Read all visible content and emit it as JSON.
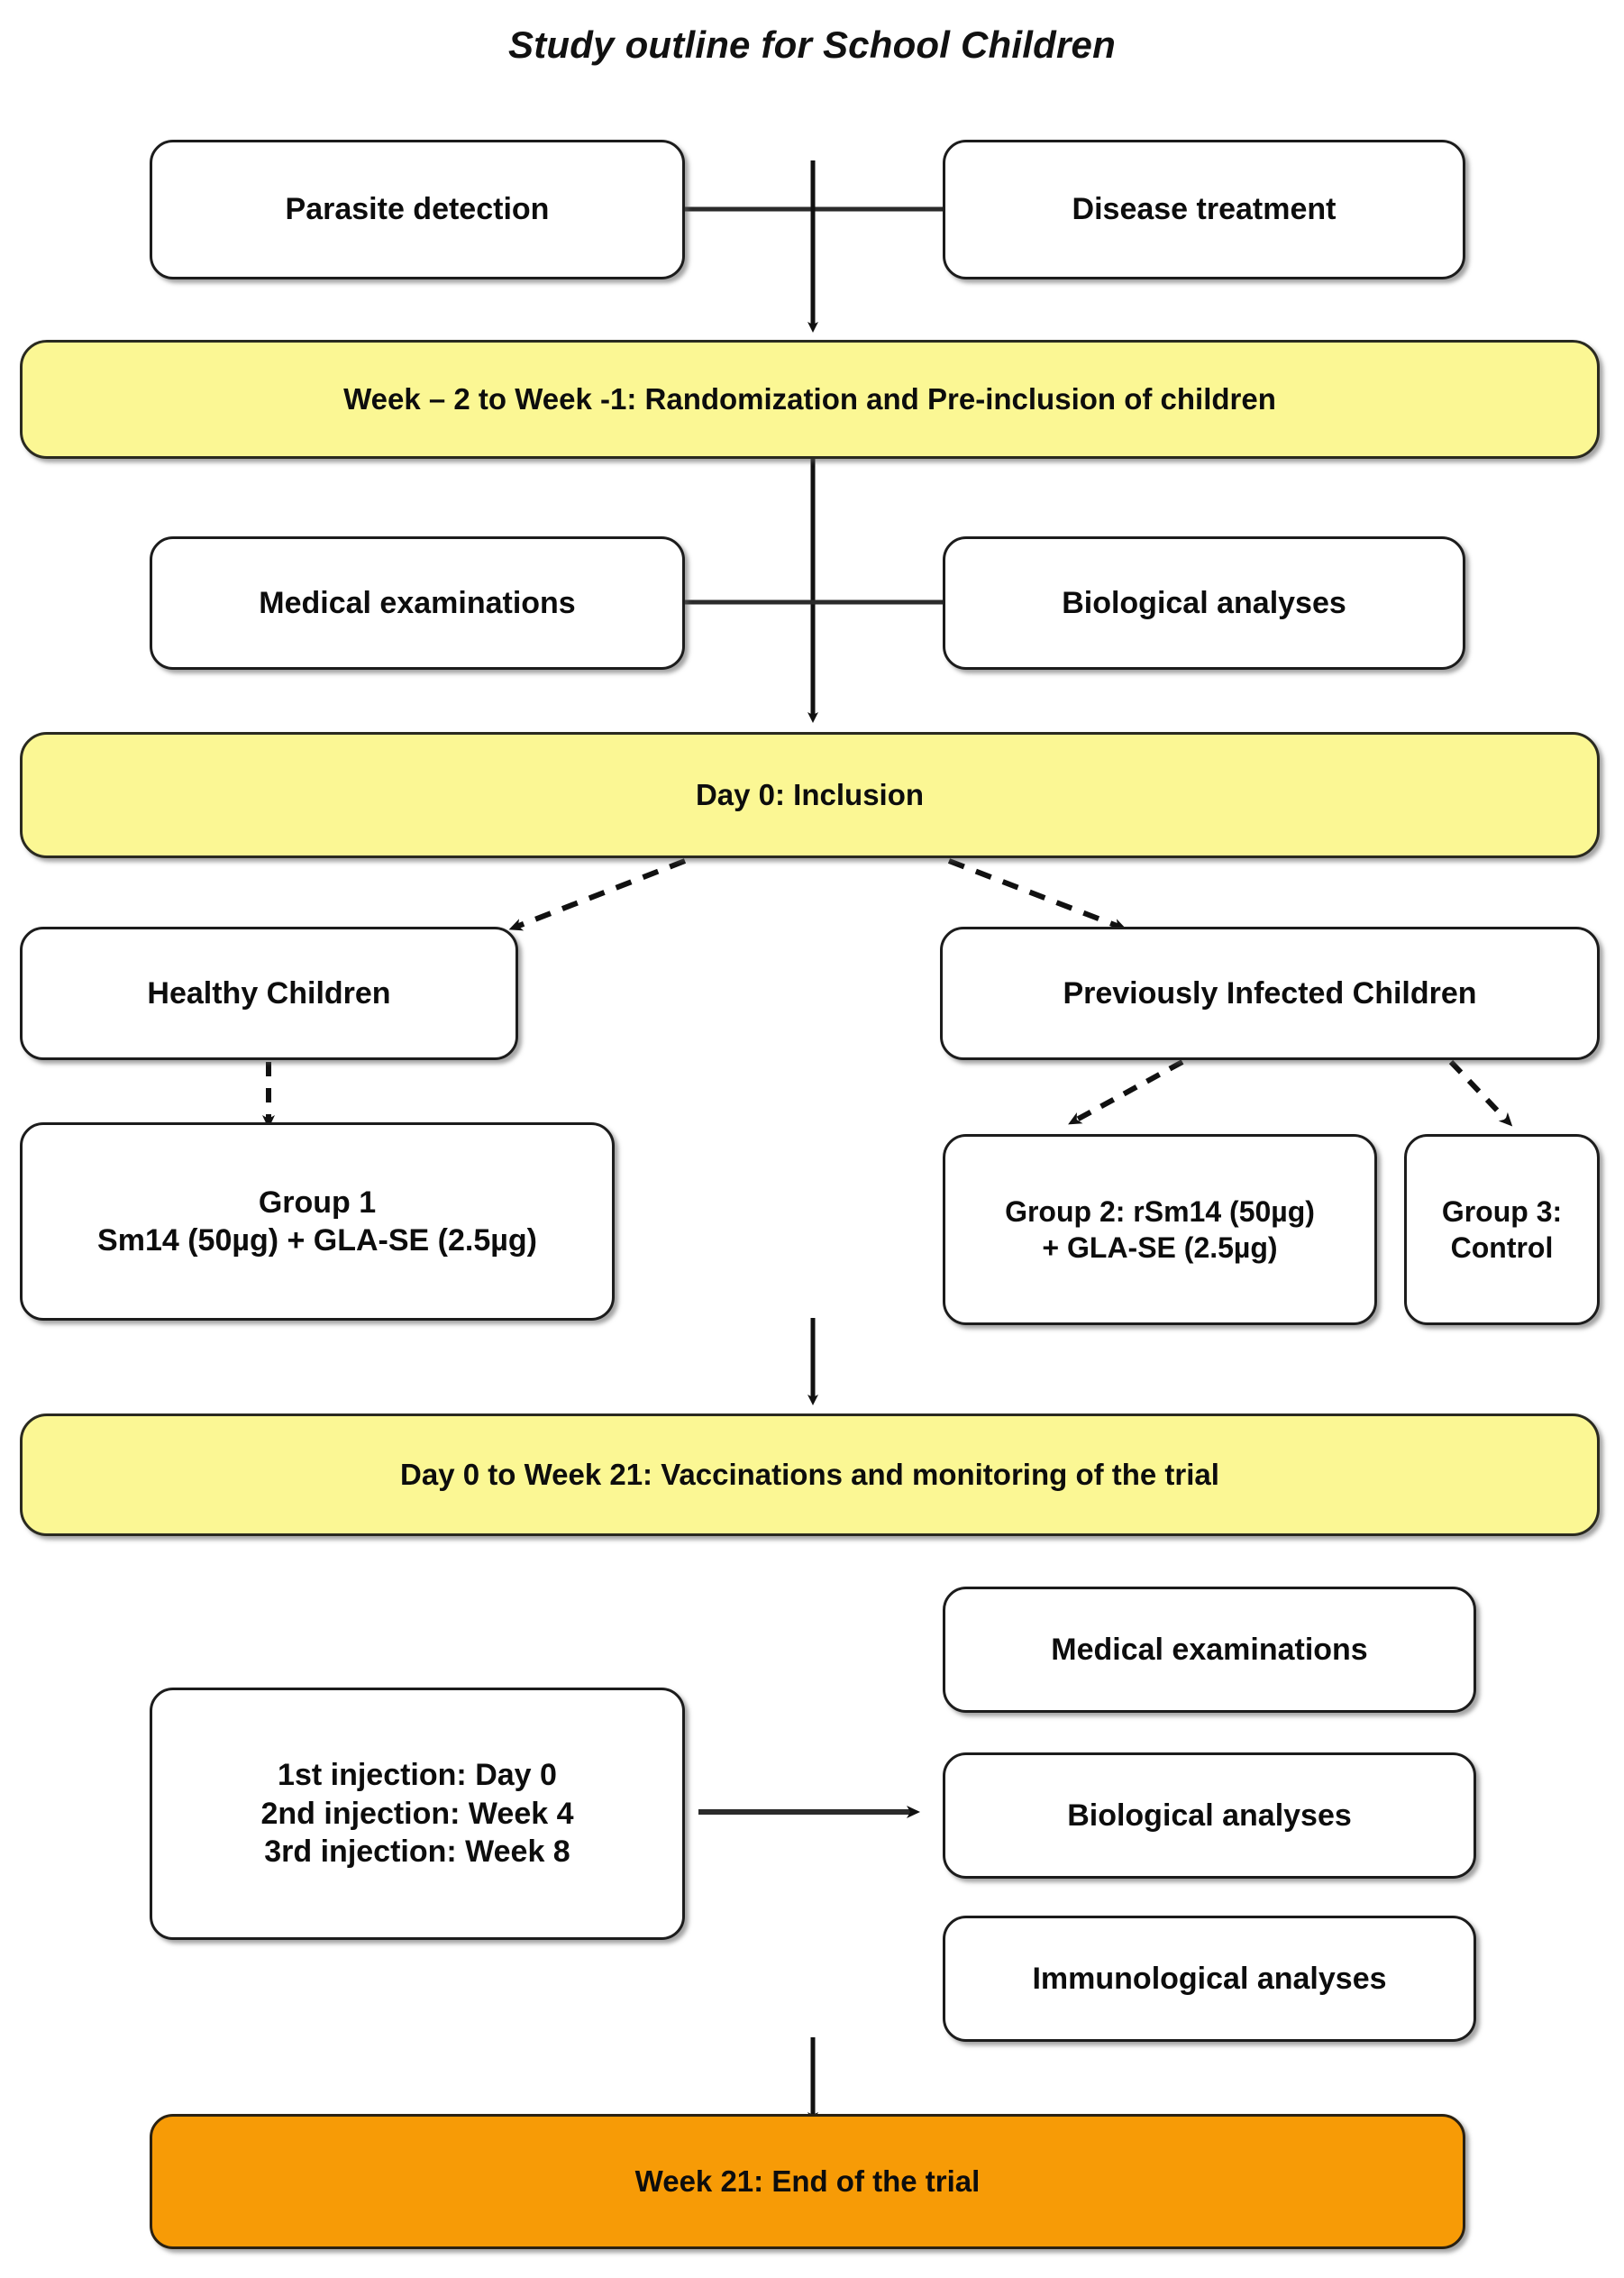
{
  "title": "Study outline for School Children",
  "colors": {
    "stage_highlight": "#FBF794",
    "end_stage": "#F79B06",
    "node_fill": "#FFFFFF",
    "stroke": "#1C1C1C",
    "text": "#0D0D0D"
  },
  "nodes": {
    "parasite_detection": "Parasite detection",
    "disease_treatment": "Disease treatment",
    "randomization": "Week – 2 to Week -1: Randomization and Pre-inclusion of children",
    "medical_examinations_top": "Medical examinations",
    "biological_analyses_top": "Biological analyses",
    "inclusion": "Day 0: Inclusion",
    "healthy_children": "Healthy Children",
    "previously_infected_children": "Previously Infected Children",
    "group1": "Group 1\nSm14 (50µg) + GLA-SE (2.5µg)",
    "group2": "Group 2: rSm14 (50µg)\n+ GLA-SE (2.5µg)",
    "group3": "Group 3:\nControl",
    "vaccinations": "Day 0 to Week 21: Vaccinations and monitoring of the trial",
    "injections": "1st injection: Day 0\n2nd injection: Week 4\n3rd injection: Week 8",
    "medical_examinations_bottom": "Medical examinations",
    "biological_analyses_bottom": "Biological analyses",
    "immunological_analyses": "Immunological analyses",
    "end_of_trial": "Week 21: End of the trial"
  },
  "chart_data": {
    "type": "diagram",
    "title": "Study outline for School Children",
    "flow": [
      {
        "id": "parasite_detection",
        "label": "Parasite detection",
        "stage": "pre-screening",
        "fill": "#FFFFFF"
      },
      {
        "id": "disease_treatment",
        "label": "Disease treatment",
        "stage": "pre-screening",
        "fill": "#FFFFFF"
      },
      {
        "id": "randomization",
        "label": "Week – 2 to Week -1: Randomization and Pre-inclusion of children",
        "stage": "milestone",
        "fill": "#FBF794"
      },
      {
        "id": "medical_examinations_top",
        "label": "Medical examinations",
        "stage": "baseline",
        "fill": "#FFFFFF"
      },
      {
        "id": "biological_analyses_top",
        "label": "Biological analyses",
        "stage": "baseline",
        "fill": "#FFFFFF"
      },
      {
        "id": "inclusion",
        "label": "Day 0: Inclusion",
        "stage": "milestone",
        "fill": "#FBF794"
      },
      {
        "id": "healthy_children",
        "label": "Healthy Children",
        "stage": "cohort",
        "fill": "#FFFFFF"
      },
      {
        "id": "previously_infected_children",
        "label": "Previously Infected Children",
        "stage": "cohort",
        "fill": "#FFFFFF"
      },
      {
        "id": "group1",
        "label": "Group 1 Sm14 (50µg) + GLA-SE (2.5µg)",
        "stage": "arm",
        "fill": "#FFFFFF"
      },
      {
        "id": "group2",
        "label": "Group 2: rSm14 (50µg) + GLA-SE (2.5µg)",
        "stage": "arm",
        "fill": "#FFFFFF"
      },
      {
        "id": "group3",
        "label": "Group 3: Control",
        "stage": "arm",
        "fill": "#FFFFFF"
      },
      {
        "id": "vaccinations",
        "label": "Day 0 to Week 21: Vaccinations and monitoring of the trial",
        "stage": "milestone",
        "fill": "#FBF794"
      },
      {
        "id": "injections",
        "label": "1st injection: Day 0 / 2nd injection: Week 4 / 3rd injection: Week 8",
        "stage": "schedule",
        "fill": "#FFFFFF"
      },
      {
        "id": "medical_examinations_bottom",
        "label": "Medical examinations",
        "stage": "followup",
        "fill": "#FFFFFF"
      },
      {
        "id": "biological_analyses_bottom",
        "label": "Biological analyses",
        "stage": "followup",
        "fill": "#FFFFFF"
      },
      {
        "id": "immunological_analyses",
        "label": "Immunological analyses",
        "stage": "followup",
        "fill": "#FFFFFF"
      },
      {
        "id": "end_of_trial",
        "label": "Week 21: End of the trial",
        "stage": "milestone",
        "fill": "#F79B06"
      }
    ],
    "edges": [
      {
        "from": "parasite_detection",
        "to": "disease_treatment",
        "style": "solid",
        "arrow": false
      },
      {
        "from": "pre-screening",
        "to": "randomization",
        "style": "solid",
        "arrow": true
      },
      {
        "from": "randomization",
        "to": "inclusion",
        "style": "solid",
        "arrow": true
      },
      {
        "from": "medical_examinations_top",
        "to": "biological_analyses_top",
        "style": "solid",
        "arrow": false
      },
      {
        "from": "inclusion",
        "to": "healthy_children",
        "style": "dashed",
        "arrow": true
      },
      {
        "from": "inclusion",
        "to": "previously_infected_children",
        "style": "dashed",
        "arrow": true
      },
      {
        "from": "healthy_children",
        "to": "group1",
        "style": "dashed",
        "arrow": true
      },
      {
        "from": "previously_infected_children",
        "to": "group2",
        "style": "dashed",
        "arrow": true
      },
      {
        "from": "previously_infected_children",
        "to": "group3",
        "style": "dashed",
        "arrow": true
      },
      {
        "from": "group2",
        "to": "vaccinations",
        "style": "solid",
        "arrow": true
      },
      {
        "from": "injections",
        "to": "followup",
        "style": "solid",
        "arrow": true
      },
      {
        "from": "followup",
        "to": "end_of_trial",
        "style": "solid",
        "arrow": true
      }
    ]
  }
}
